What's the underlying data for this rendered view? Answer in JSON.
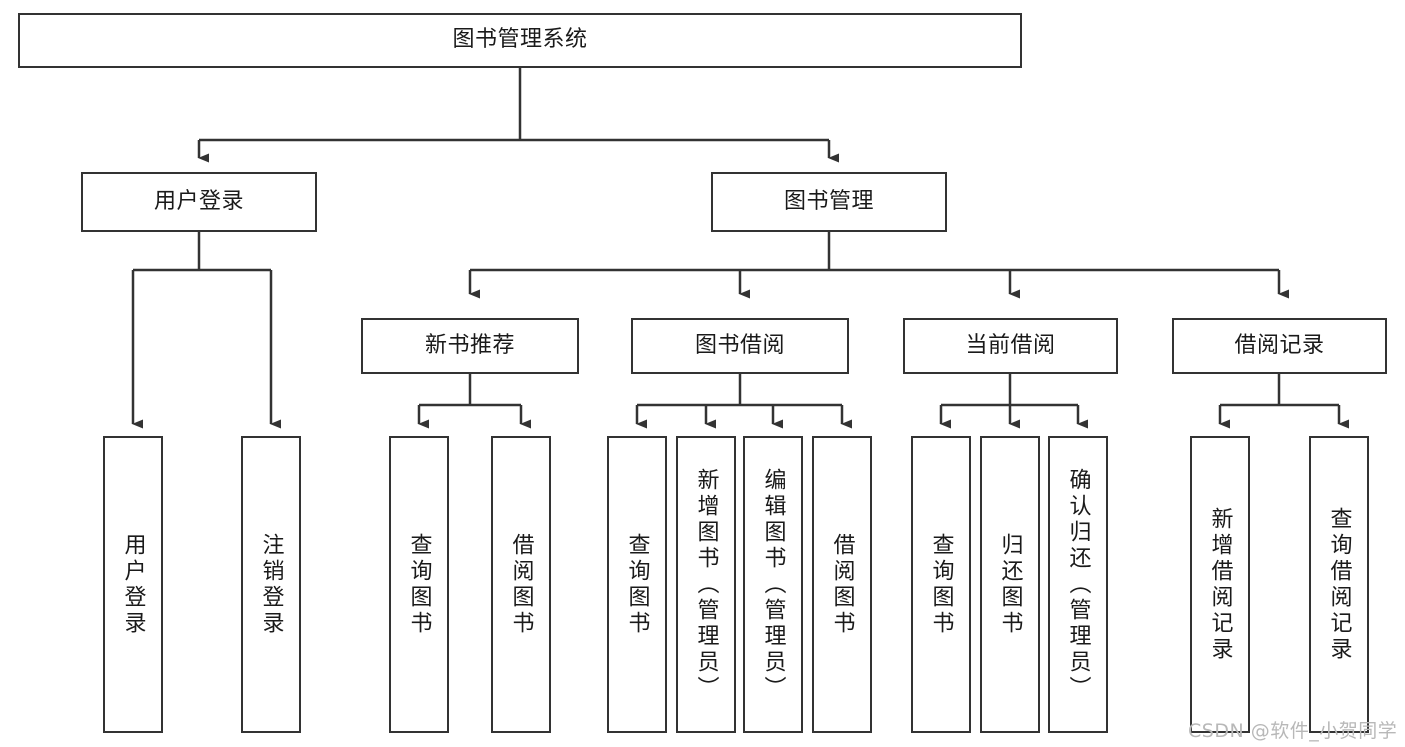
{
  "diagram": {
    "title": "图书管理系统",
    "type": "hierarchy-tree",
    "root": {
      "id": "root",
      "label": "图书管理系统"
    },
    "level2": [
      {
        "id": "user-login",
        "label": "用户登录"
      },
      {
        "id": "book-manage",
        "label": "图书管理"
      }
    ],
    "level3": [
      {
        "id": "new-book-recommend",
        "label": "新书推荐"
      },
      {
        "id": "book-borrow",
        "label": "图书借阅"
      },
      {
        "id": "current-borrow",
        "label": "当前借阅"
      },
      {
        "id": "borrow-record",
        "label": "借阅记录"
      }
    ],
    "leaves": [
      {
        "id": "leaf-user-login",
        "label": "用户登录",
        "parent": "user-login"
      },
      {
        "id": "leaf-logout",
        "label": "注销登录",
        "parent": "user-login"
      },
      {
        "id": "leaf-query-book-1",
        "label": "查询图书",
        "parent": "new-book-recommend"
      },
      {
        "id": "leaf-borrow-book-1",
        "label": "借阅图书",
        "parent": "new-book-recommend"
      },
      {
        "id": "leaf-query-book-2",
        "label": "查询图书",
        "parent": "book-borrow"
      },
      {
        "id": "leaf-add-book",
        "label": "新增图书（管理员）",
        "parent": "book-borrow"
      },
      {
        "id": "leaf-edit-book",
        "label": "编辑图书（管理员）",
        "parent": "book-borrow"
      },
      {
        "id": "leaf-borrow-book-2",
        "label": "借阅图书",
        "parent": "book-borrow"
      },
      {
        "id": "leaf-query-book-3",
        "label": "查询图书",
        "parent": "current-borrow"
      },
      {
        "id": "leaf-return-book",
        "label": "归还图书",
        "parent": "current-borrow"
      },
      {
        "id": "leaf-confirm-return",
        "label": "确认归还（管理员）",
        "parent": "current-borrow"
      },
      {
        "id": "leaf-add-record",
        "label": "新增借阅记录",
        "parent": "borrow-record"
      },
      {
        "id": "leaf-query-record",
        "label": "查询借阅记录",
        "parent": "borrow-record"
      }
    ]
  },
  "watermark": {
    "text": "CSDN @软件_小贺同学"
  },
  "colors": {
    "stroke": "#333333",
    "box_fill": "#ffffff",
    "text": "#1a1a1a",
    "watermark": "#b8b8b8"
  }
}
